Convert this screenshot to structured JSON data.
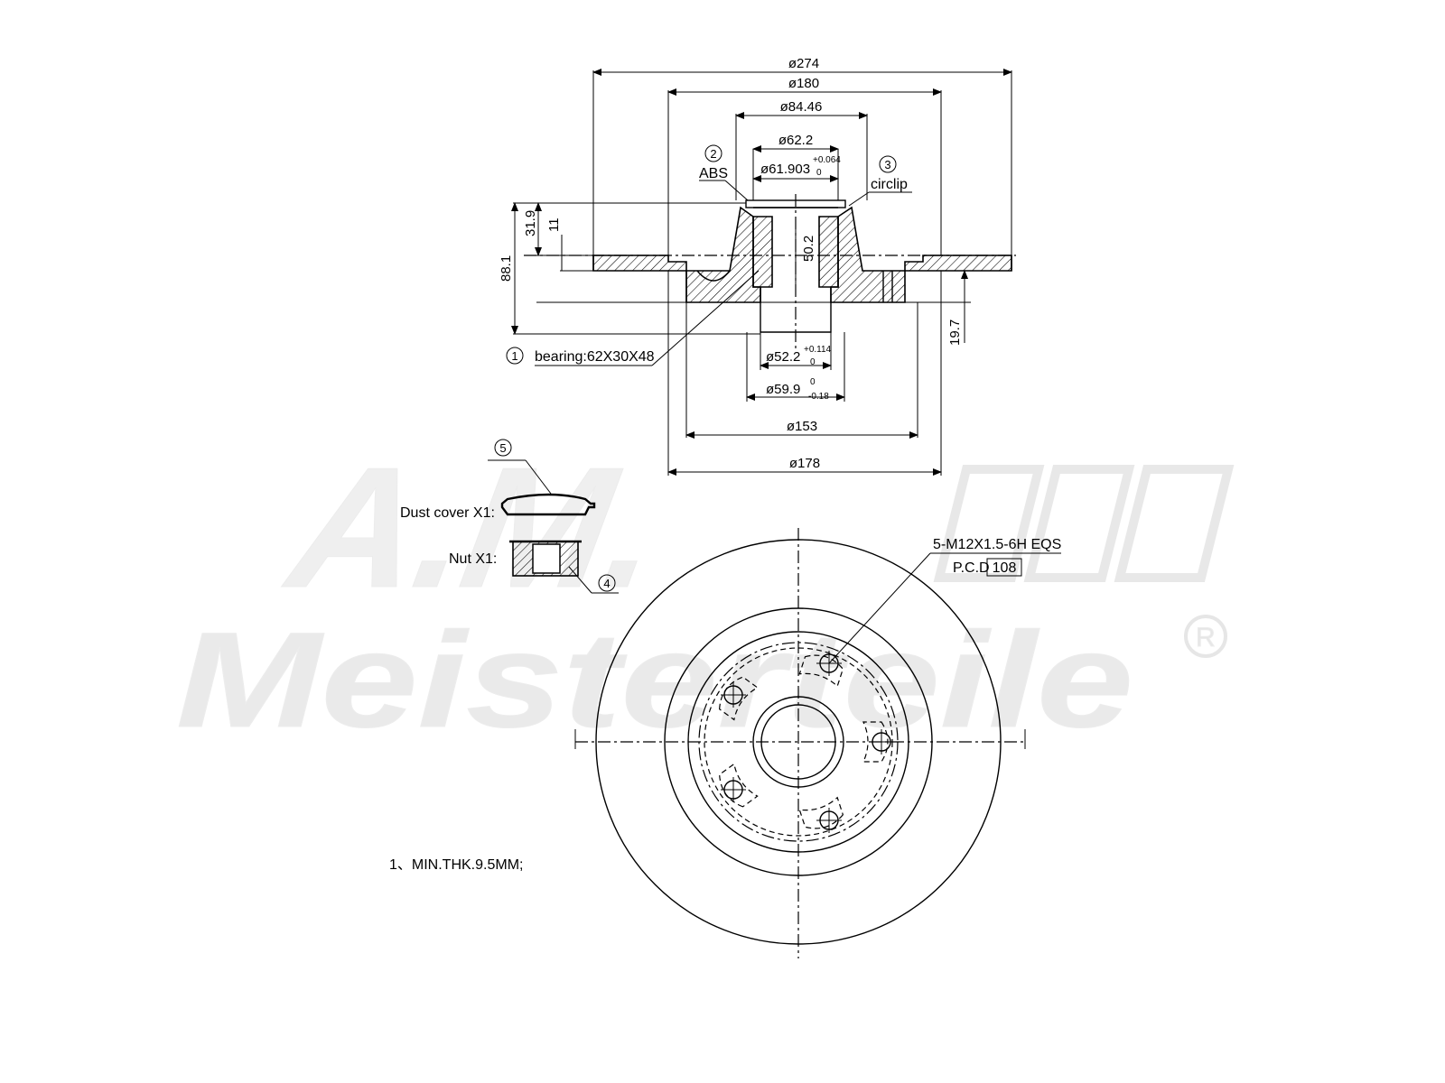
{
  "dimensions": {
    "d274": "ø274",
    "d180": "ø180",
    "d8446": "ø84.46",
    "d622": "ø62.2",
    "d61903": "ø61.903",
    "d61903_upper": "+0.064",
    "d61903_lower": "0",
    "h319": "31.9",
    "h11": "11",
    "h881": "88.1",
    "h502": "50.2",
    "h197": "19.7",
    "d522": "ø52.2",
    "d522_upper": "+0.114",
    "d522_lower": "0",
    "d599": "ø59.9",
    "d599_upper": "0",
    "d599_lower": "-0.18",
    "d153": "ø153",
    "d178": "ø178"
  },
  "callouts": {
    "abs_num": "2",
    "abs_text": "ABS",
    "circlip_num": "3",
    "circlip_text": "circlip",
    "bearing_num": "1",
    "bearing_text": "bearing:62X30X48",
    "dust_num": "5",
    "dust_text": "Dust cover X1:",
    "nut_num": "4",
    "nut_text": "Nut X1:"
  },
  "bolt_spec": {
    "thread": "5-M12X1.5-6H EQS",
    "pcd_label": "P.C.D",
    "pcd_value": "108"
  },
  "notes": {
    "min_thickness": "1、MIN.THK.9.5MM;"
  },
  "watermark": {
    "monogram": "A.M.",
    "brand": "Meisterteile",
    "registered": "R"
  },
  "colors": {
    "line": "#000000",
    "watermark": "#ececec",
    "background": "#ffffff"
  }
}
